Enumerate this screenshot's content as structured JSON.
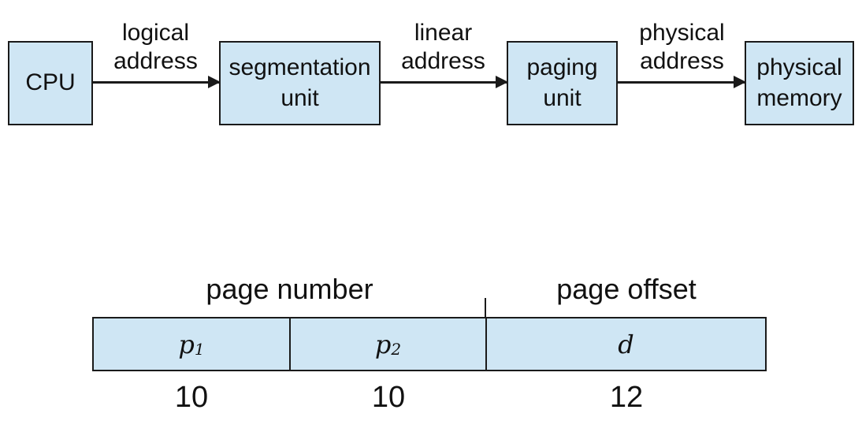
{
  "flow": {
    "cpu": "CPU",
    "segmentation_unit": {
      "line1": "segmentation",
      "line2": "unit"
    },
    "paging_unit": {
      "line1": "paging",
      "line2": "unit"
    },
    "physical_memory": {
      "line1": "physical",
      "line2": "memory"
    },
    "logical_address": {
      "line1": "logical",
      "line2": "address"
    },
    "linear_address": {
      "line1": "linear",
      "line2": "address"
    },
    "physical_address": {
      "line1": "physical",
      "line2": "address"
    }
  },
  "address_format": {
    "page_number_label": "page number",
    "page_offset_label": "page offset",
    "fields": [
      {
        "name": "p",
        "subscript": "1",
        "bits": "10"
      },
      {
        "name": "p",
        "subscript": "2",
        "bits": "10"
      },
      {
        "name": "d",
        "subscript": "",
        "bits": "12"
      }
    ]
  },
  "colors": {
    "box_fill": "#cfe6f4",
    "stroke": "#1a1a1a"
  }
}
